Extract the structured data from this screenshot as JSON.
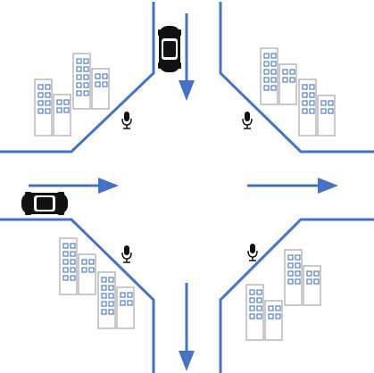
{
  "diagram": {
    "colors": {
      "road_edge": "#4472C4",
      "arrow": "#4472C4",
      "building_outline": "#A6A6A6",
      "window": "#4472C4",
      "car": "#111111",
      "microphone": "#111111",
      "background": "#FFFFFF"
    },
    "arrows": [
      {
        "id": "southbound-top",
        "direction": "down"
      },
      {
        "id": "southbound-bottom",
        "direction": "down"
      },
      {
        "id": "eastbound-left",
        "direction": "right"
      },
      {
        "id": "eastbound-right",
        "direction": "right"
      }
    ],
    "cars": [
      {
        "id": "car-north",
        "heading": "south"
      },
      {
        "id": "car-west",
        "heading": "east"
      }
    ],
    "microphones": [
      "nw",
      "ne",
      "sw",
      "se"
    ],
    "building_clusters": [
      "nw",
      "ne",
      "sw",
      "se"
    ],
    "icons": {
      "car": "car-icon",
      "microphone": "microphone-icon",
      "building": "building-icon"
    }
  }
}
